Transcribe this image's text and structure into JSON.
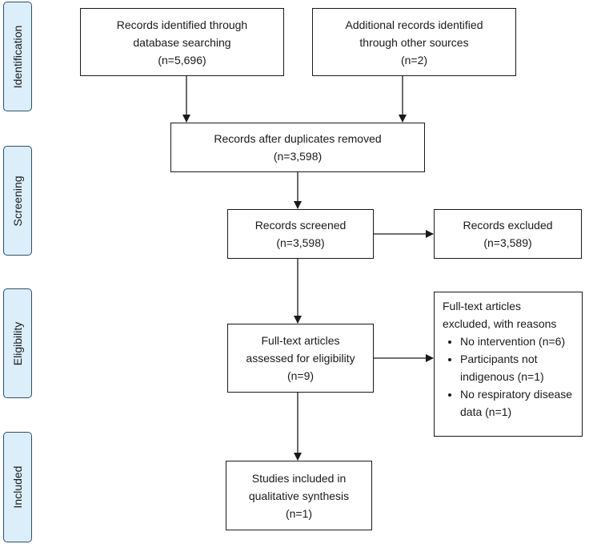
{
  "phases": {
    "identification": "Identification",
    "screening": "Screening",
    "eligibility": "Eligibility",
    "included": "Included"
  },
  "boxes": {
    "database_search": {
      "lines": [
        "Records identified through",
        "database searching",
        "(n=5,696)"
      ]
    },
    "other_sources": {
      "lines": [
        "Additional records identified",
        "through other sources",
        "(n=2)"
      ]
    },
    "duplicates_removed": {
      "lines": [
        "Records after duplicates removed",
        "(n=3,598)"
      ]
    },
    "screened": {
      "lines": [
        "Records screened",
        "(n=3,598)"
      ]
    },
    "excluded": {
      "lines": [
        "Records excluded",
        "(n=3,589)"
      ]
    },
    "fulltext_assessed": {
      "lines": [
        "Full-text articles",
        "assessed for eligibility",
        "(n=9)"
      ]
    },
    "fulltext_excluded": {
      "heading": [
        "Full-text articles",
        "excluded, with reasons"
      ],
      "reasons": [
        [
          "No intervention (n=6)"
        ],
        [
          "Participants not",
          "indigenous (n=1)"
        ],
        [
          "No respiratory disease",
          "data (n=1)"
        ]
      ]
    },
    "included": {
      "lines": [
        "Studies included in",
        "qualitative synthesis",
        "(n=1)"
      ]
    }
  },
  "colors": {
    "phase_fill": "#dbeefa",
    "phase_border": "#2b4f6e",
    "box_border": "#1a1a1a",
    "arrow": "#1a1a1a"
  }
}
